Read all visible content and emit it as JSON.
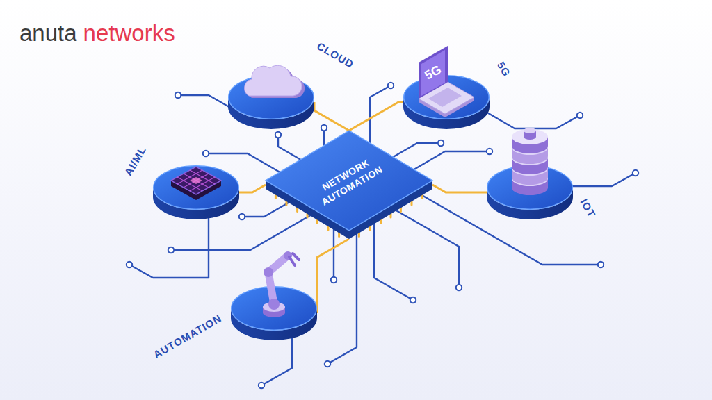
{
  "diagram": {
    "nodes": [
      {
        "text": [
          "CLOUD"
        ]
      },
      {
        "text": [
          "5G"
        ]
      },
      {
        "text": [
          "AI/ML"
        ]
      },
      {
        "text": [
          "NETWORK AUTOMATION"
        ]
      },
      {
        "text": [
          "IOT"
        ]
      },
      {
        "text": [
          "AUTOMATION"
        ]
      }
    ],
    "edges": [
      {
        "from": 3,
        "to": 0,
        "arrow": "none"
      },
      {
        "from": 3,
        "to": 1,
        "arrow": "none"
      },
      {
        "from": 3,
        "to": 2,
        "arrow": "none"
      },
      {
        "from": 3,
        "to": 4,
        "arrow": "none"
      },
      {
        "from": 3,
        "to": 5,
        "arrow": "none"
      }
    ],
    "labels": [
      "anuta",
      "networks",
      "5G"
    ]
  }
}
